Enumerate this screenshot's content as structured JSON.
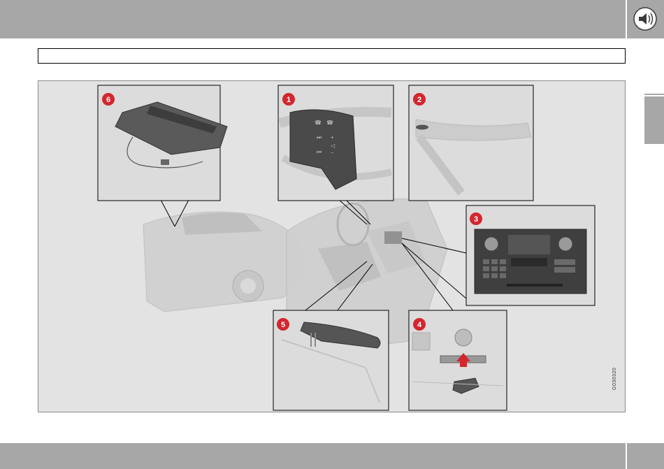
{
  "header": {
    "icon": "speaker-icon",
    "colors": {
      "bar": "#a7a7a7",
      "accent_red": "#d3262e"
    }
  },
  "figure": {
    "code": "G030320",
    "callouts": [
      "1",
      "2",
      "3",
      "4",
      "5",
      "6"
    ],
    "icons": [
      "steering-wheel-controls-icon",
      "ceiling-microphone-icon",
      "audio-control-panel-icon",
      "phone-holder-icon",
      "armrest-icon",
      "mounted-phone-unit-icon"
    ]
  }
}
